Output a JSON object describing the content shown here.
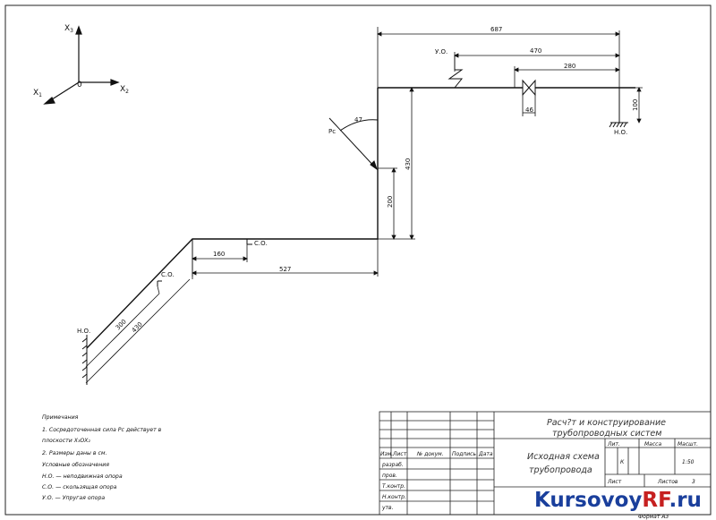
{
  "axes": {
    "x1": "X",
    "x1_sub": "1",
    "x2": "X",
    "x2_sub": "2",
    "x3": "X",
    "x3_sub": "3",
    "origin": "0"
  },
  "dims": {
    "d687": "687",
    "d470": "470",
    "d280": "280",
    "d46": "46",
    "d100": "100",
    "d430_vertical": "430",
    "d200": "200",
    "d160": "160",
    "d527": "527",
    "d300": "300",
    "d430_incline": "430",
    "angle": "47"
  },
  "labels": {
    "yo": "У.О.",
    "no_top": "Н.О.",
    "no_left": "Н.О.",
    "co_right": "С.О.",
    "co_left": "С.О.",
    "force": "Pc"
  },
  "notes": {
    "title": "Примечания",
    "line1": "1.   Сосредоточенная сила Рс действует в",
    "line2": "плоскости X₃OX₂",
    "line3": "2.   Размеры даны в см.",
    "line4": "Условные обозначения",
    "line5": "Н.О. — неподвижная опора",
    "line6": "С.О. — скользящая опора",
    "line7": "У.О. — Упругая опора"
  },
  "stamp": {
    "title1": "Расч?т и конструирование",
    "title2": "трубопроводных систем",
    "sheet1": "Исходная схема",
    "sheet2": "трубопровода",
    "h_izm": "Изм.",
    "h_list": "Лист",
    "h_doc": "№ докум.",
    "h_sign": "Подпись",
    "h_date": "Дата",
    "r_razrab": "разраб.",
    "r_prov": "пров.",
    "r_tkontr": "Т.контр.",
    "r_nkontr": "Н.контр.",
    "r_utv": "утв.",
    "lit": "Лит.",
    "massa": "Масса",
    "masshtab": "Масшт.",
    "k": "К",
    "scale": "1:50",
    "list": "Лист",
    "listov": "Листов",
    "listov_val": "3",
    "format": "Формат А3"
  },
  "watermark": {
    "part1": "Kursovoy",
    "part2": "RF",
    "part3": ".ru"
  }
}
